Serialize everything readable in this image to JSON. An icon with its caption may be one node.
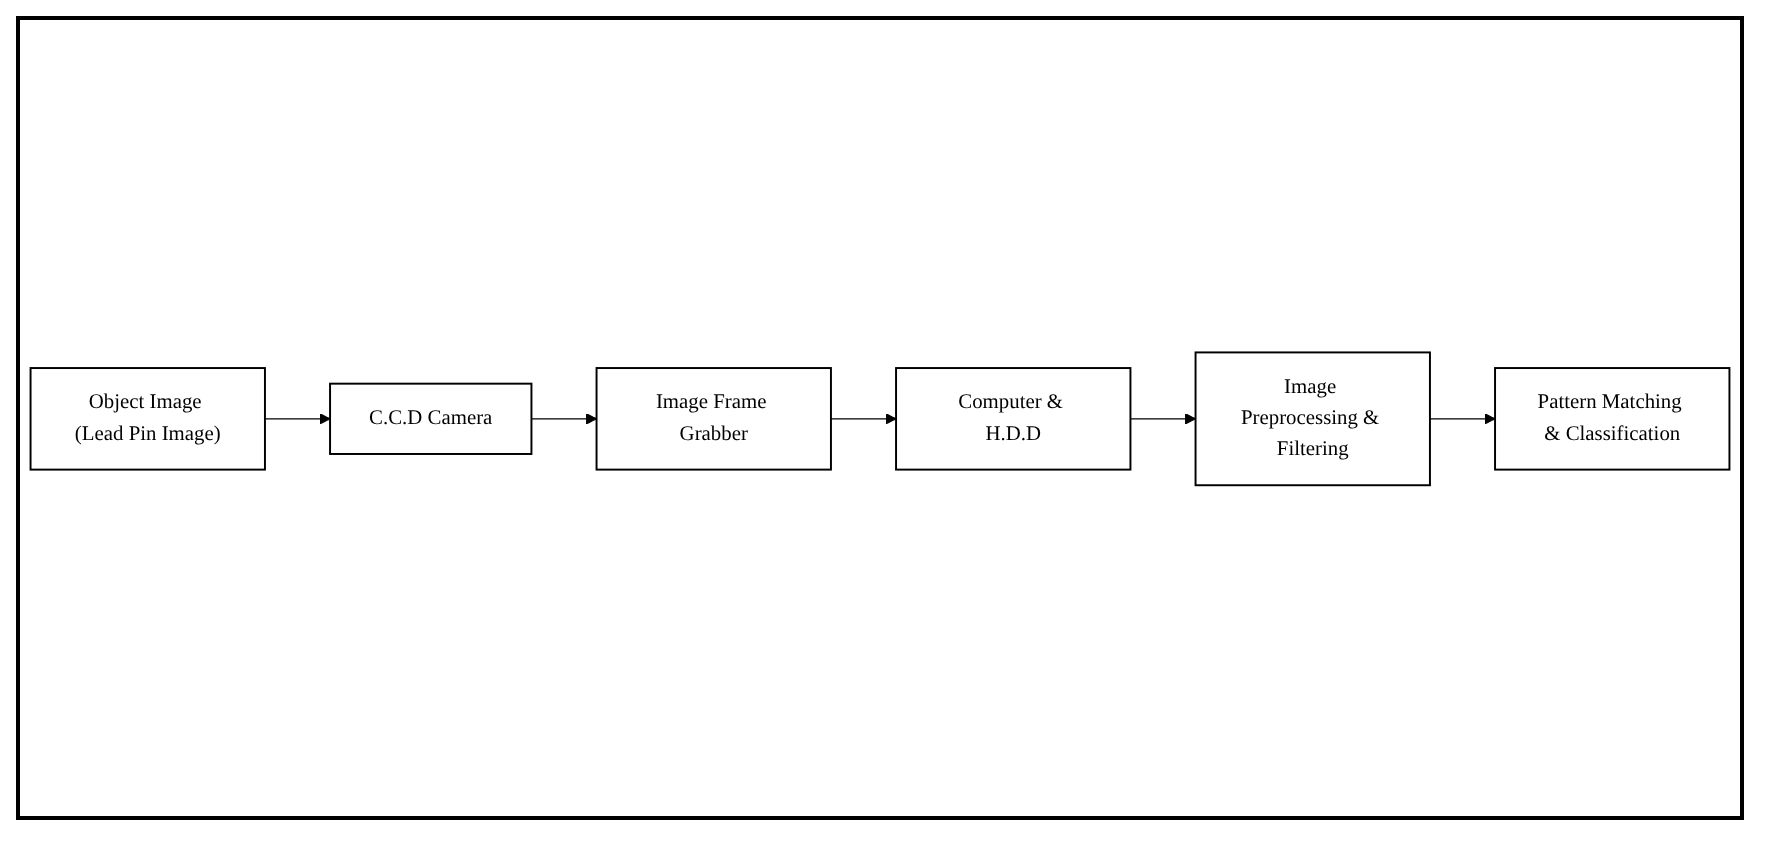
{
  "diagram": {
    "nodes": [
      {
        "text": [
          "Object Image (Lead Pin Image)"
        ]
      },
      {
        "text": [
          "C.C.D Camera"
        ]
      },
      {
        "text": [
          "Image Frame Grabber"
        ]
      },
      {
        "text": [
          "Computer & H.D.D"
        ]
      },
      {
        "text": [
          "Image Preprocessing & Filtering"
        ]
      },
      {
        "text": [
          "Pattern Matching & Classification"
        ]
      }
    ],
    "edges": [
      {
        "from": 0,
        "to": 1,
        "arrow": "to"
      },
      {
        "from": 1,
        "to": 2,
        "arrow": "to"
      },
      {
        "from": 2,
        "to": 3,
        "arrow": "to"
      },
      {
        "from": 3,
        "to": 4,
        "arrow": "to"
      },
      {
        "from": 4,
        "to": 5,
        "arrow": "to"
      }
    ]
  }
}
